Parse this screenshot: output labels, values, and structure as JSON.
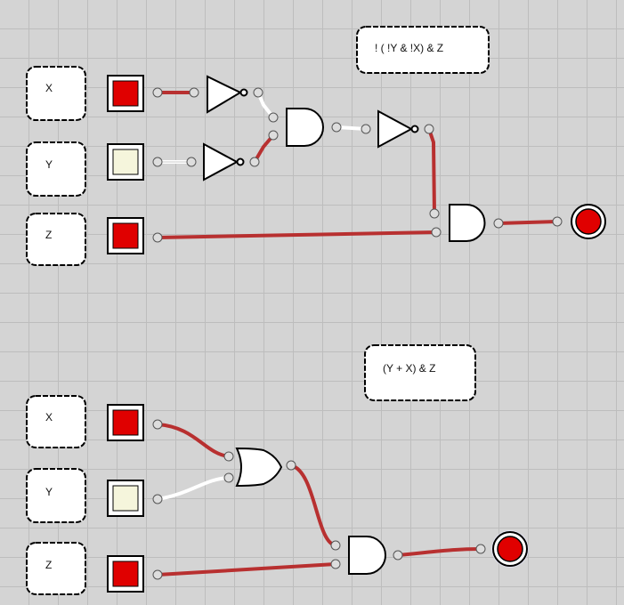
{
  "circuit1": {
    "note": "! ( !Y & !X) & Z",
    "inputs": [
      {
        "label": "X",
        "state": "on"
      },
      {
        "label": "Y",
        "state": "off"
      },
      {
        "label": "Z",
        "state": "on"
      }
    ],
    "output": {
      "state": "on"
    }
  },
  "circuit2": {
    "note": "(Y + X) & Z",
    "inputs": [
      {
        "label": "X",
        "state": "on"
      },
      {
        "label": "Y",
        "state": "off"
      },
      {
        "label": "Z",
        "state": "on"
      }
    ],
    "output": {
      "state": "on"
    }
  },
  "colors": {
    "on": "#e00000",
    "off": "#f5f5dc",
    "wire_on": "#b83030",
    "wire_off": "#ffffff",
    "grid_bg": "#d4d4d4"
  }
}
